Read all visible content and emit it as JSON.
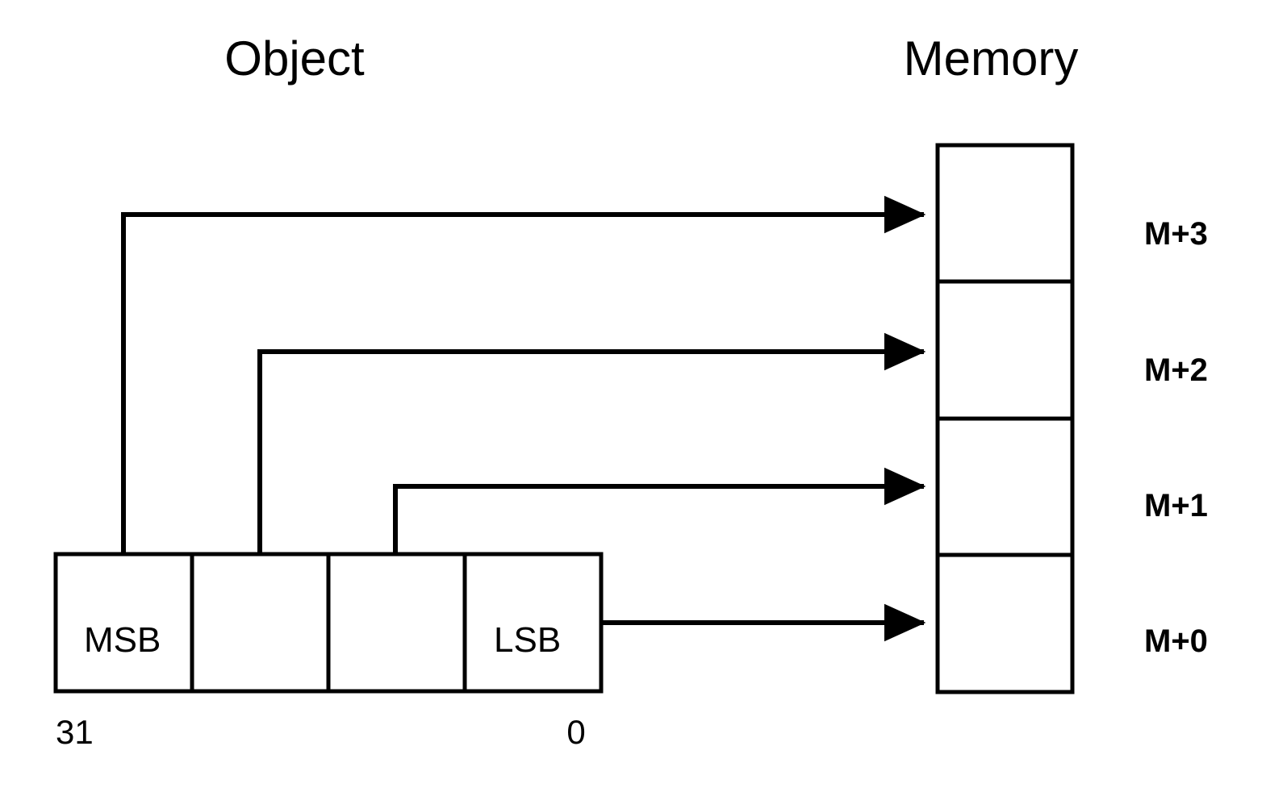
{
  "diagram": {
    "title_object": "Object",
    "title_memory": "Memory",
    "description_type": "little-endian byte ordering diagram",
    "background_color": "#ffffff",
    "line_color": "#000000"
  },
  "object_column": {
    "header": "Object",
    "bit_labels": {
      "high": "31",
      "low": "0"
    },
    "cells": [
      {
        "label": "MSB",
        "index": 0
      },
      {
        "label": "",
        "index": 1
      },
      {
        "label": "",
        "index": 2
      },
      {
        "label": "LSB",
        "index": 3
      }
    ]
  },
  "memory_column": {
    "header": "Memory",
    "cells": [
      {
        "address": "M+3",
        "index": 0
      },
      {
        "address": "M+2",
        "index": 1
      },
      {
        "address": "M+1",
        "index": 2
      },
      {
        "address": "M+0",
        "index": 3
      }
    ]
  },
  "connections": [
    {
      "from": "MSB",
      "to": "M+3",
      "arrow": "arrow-right"
    },
    {
      "from": "byte1",
      "to": "M+2",
      "arrow": "arrow-right"
    },
    {
      "from": "byte2",
      "to": "M+1",
      "arrow": "arrow-right"
    },
    {
      "from": "LSB",
      "to": "M+0",
      "arrow": "arrow-right"
    }
  ]
}
